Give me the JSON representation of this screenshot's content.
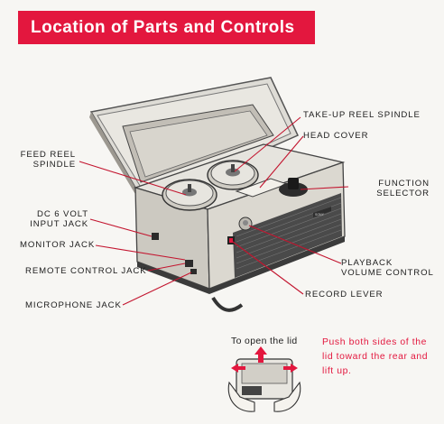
{
  "colors": {
    "accent": "#e3173e",
    "leader": "#c3152f"
  },
  "header": {
    "title": "Location of Parts and Controls"
  },
  "labels": {
    "take_up_reel_spindle": "TAKE-UP REEL SPINDLE",
    "head_cover": "HEAD COVER",
    "feed_reel_line1": "FEED REEL",
    "feed_reel_line2": "SPINDLE",
    "function_selector_line1": "FUNCTION",
    "function_selector_line2": "SELECTOR",
    "dc_input_line1": "DC 6 VOLT",
    "dc_input_line2": "INPUT JACK",
    "monitor_jack": "MONITOR JACK",
    "remote_control_jack": "REMOTE CONTROL JACK",
    "playback_volume_line1": "PLAYBACK",
    "playback_volume_line2": "VOLUME CONTROL",
    "record_lever": "RECORD LEVER",
    "microphone_jack": "MICROPHONE JACK"
  },
  "device": {
    "brand_plate": "SONY"
  },
  "lid_instructions": {
    "title": "To open the lid",
    "text": "Push both sides of the lid toward the rear and lift up."
  }
}
